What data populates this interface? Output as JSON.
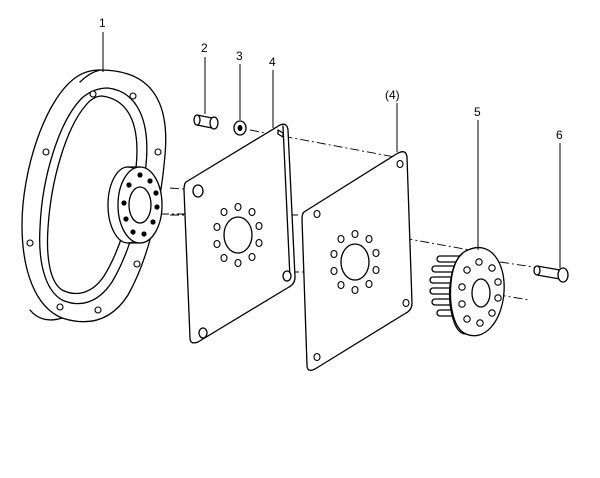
{
  "diagram": {
    "callouts": [
      {
        "id": "1",
        "label": "1"
      },
      {
        "id": "2",
        "label": "2"
      },
      {
        "id": "3",
        "label": "3"
      },
      {
        "id": "4",
        "label": "4"
      },
      {
        "id": "4b",
        "label": "(4)"
      },
      {
        "id": "5",
        "label": "5"
      },
      {
        "id": "6",
        "label": "6"
      }
    ]
  }
}
